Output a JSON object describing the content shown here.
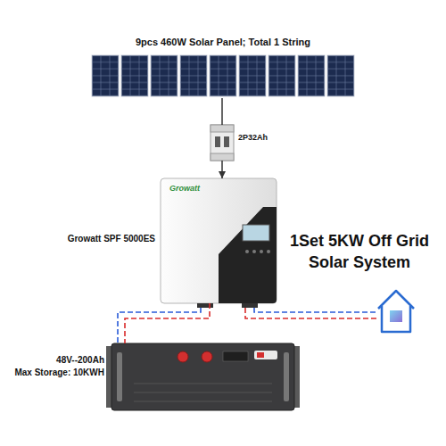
{
  "diagram": {
    "title": "1Set 5KW Off Grid Solar System",
    "nodes": [
      {
        "text": [
          "9pcs 460W Solar Panel; Total 1 String"
        ]
      },
      {
        "text": [
          "2P32Ah"
        ]
      },
      {
        "text": [
          "Growatt SPF 5000ES"
        ]
      },
      {
        "text": [
          "48V--200Ah",
          "Max Storage: 10KWH"
        ]
      }
    ],
    "edges": [
      {
        "from": 0,
        "to": 1,
        "arrow": "none"
      },
      {
        "from": 1,
        "to": 2,
        "arrow": "to"
      },
      {
        "from": 2,
        "to": 3,
        "arrow": "none"
      }
    ],
    "labels": [
      "Growatt"
    ]
  }
}
